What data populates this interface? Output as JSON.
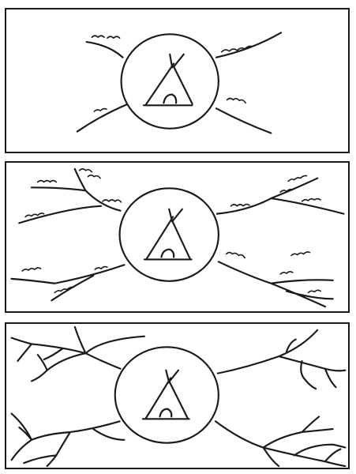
{
  "figure": {
    "panels": [
      {
        "id": "stage-1",
        "center_icon": "tipi-icon"
      },
      {
        "id": "stage-2",
        "center_icon": "tipi-icon"
      },
      {
        "id": "stage-3",
        "center_icon": "tipi-icon"
      }
    ],
    "ink_color": "#1a1a1a",
    "background_color": "#ffffff"
  }
}
